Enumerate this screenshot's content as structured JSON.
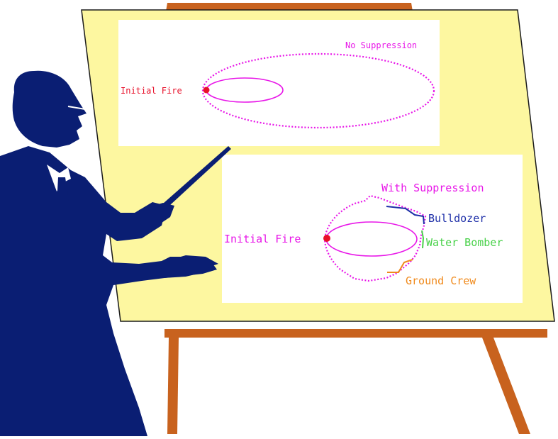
{
  "colors": {
    "board": "#FDF7A0",
    "easel": "#C8621E",
    "presenter": "#0A1E73",
    "fire_perimeter": "#E817E8",
    "fire_origin": "#E8102A",
    "bulldozer": "#1E2FA8",
    "water_bomber": "#49D14A",
    "ground_crew": "#F08A1C"
  },
  "panel_top": {
    "spread_label": "No Suppression",
    "origin_label": "Initial Fire"
  },
  "panel_bottom": {
    "spread_label": "With Suppression",
    "origin_label": "Initial Fire",
    "resources": {
      "bulldozer": "Bulldozer",
      "water_bomber": "Water Bomber",
      "ground_crew": "Ground Crew"
    }
  }
}
